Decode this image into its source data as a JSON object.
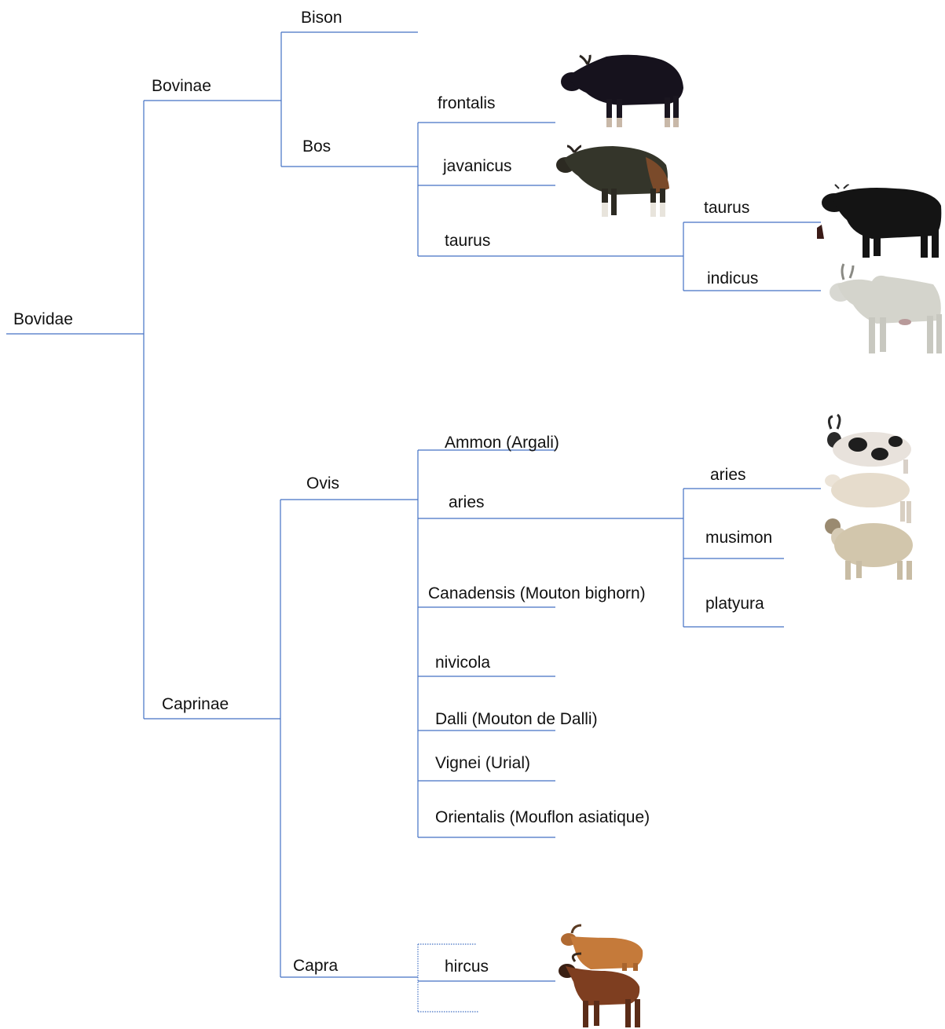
{
  "colors": {
    "line": "#4472c4",
    "text": "#111111"
  },
  "labels": {
    "bovidae": "Bovidae",
    "bovinae": "Bovinae",
    "caprinae": "Caprinae",
    "bison": "Bison",
    "bos": "Bos",
    "ovis": "Ovis",
    "capra": "Capra",
    "frontalis": "frontalis",
    "javanicus": "javanicus",
    "bos_taurus": "taurus",
    "taurus_taurus": "taurus",
    "indicus": "indicus",
    "ammon": "Ammon (Argali)",
    "ovis_aries": "aries",
    "canadensis": "Canadensis (Mouton bighorn)",
    "nivicola": "nivicola",
    "dalli": "Dalli (Mouton de Dalli)",
    "vignei": "Vignei (Urial)",
    "orientalis": "Orientalis (Mouflon asiatique)",
    "aries_aries": "aries",
    "musimon": "musimon",
    "platyura": "platyura",
    "hircus": "hircus"
  },
  "illustrations": [
    "gaur-image",
    "banteng-image",
    "taurine-cattle-image",
    "zebu-cattle-image",
    "sheep-breeds-image",
    "goats-image"
  ]
}
